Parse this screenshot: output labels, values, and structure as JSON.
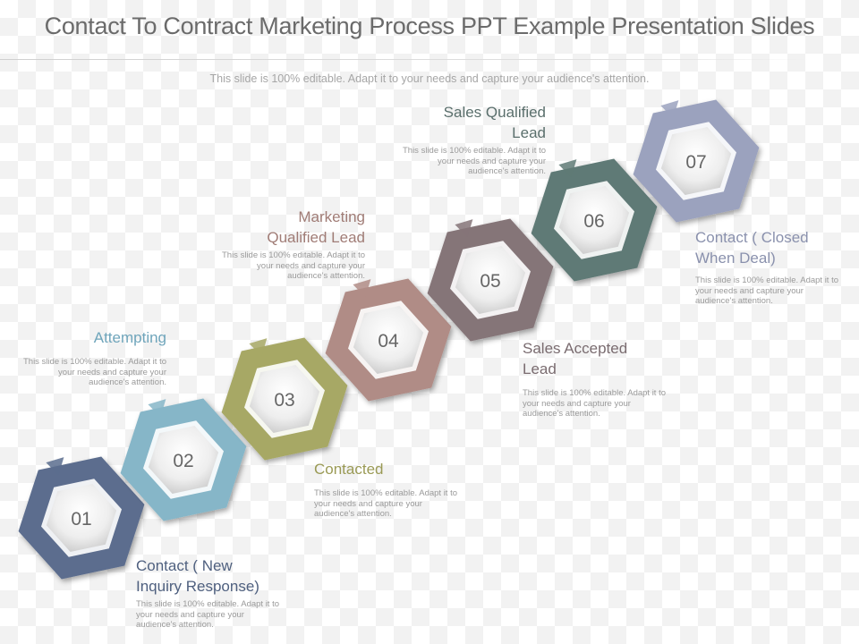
{
  "title": "Contact To Contract Marketing Process PPT Example Presentation Slides",
  "subtitle": "This slide is 100% editable. Adapt it to your needs and capture your audience's attention.",
  "colors": {
    "title": "#6b6b6b",
    "step1": "#5b6d8e",
    "step2": "#86b6c8",
    "step3": "#a7a865",
    "step4": "#b08c86",
    "step5": "#857478",
    "step6": "#5f7a76",
    "step7": "#9ba2be"
  },
  "steps": [
    {
      "number": "01",
      "title": "Contact ( New Inquiry Response)",
      "text": "This slide is 100% editable. Adapt it to your needs and capture your audience's attention."
    },
    {
      "number": "02",
      "title": "Attempting",
      "text": "This slide is 100% editable. Adapt it to your needs and capture your audience's attention."
    },
    {
      "number": "03",
      "title": "Contacted",
      "text": "This slide is 100% editable. Adapt it to your needs and capture your audience's attention."
    },
    {
      "number": "04",
      "title": "Marketing Qualified Lead",
      "text": "This slide is 100% editable. Adapt it to your needs and capture your audience's attention."
    },
    {
      "number": "05",
      "title": "Sales Accepted Lead",
      "text": "This slide is 100% editable. Adapt it to your needs and capture your audience's attention."
    },
    {
      "number": "06",
      "title": "Sales Qualified Lead",
      "text": "This slide is 100% editable. Adapt it to your needs and capture your audience's attention."
    },
    {
      "number": "07",
      "title": "Contact ( Closed When Deal)",
      "text": "This slide is 100% editable. Adapt it to your needs and capture your audience's attention."
    }
  ]
}
